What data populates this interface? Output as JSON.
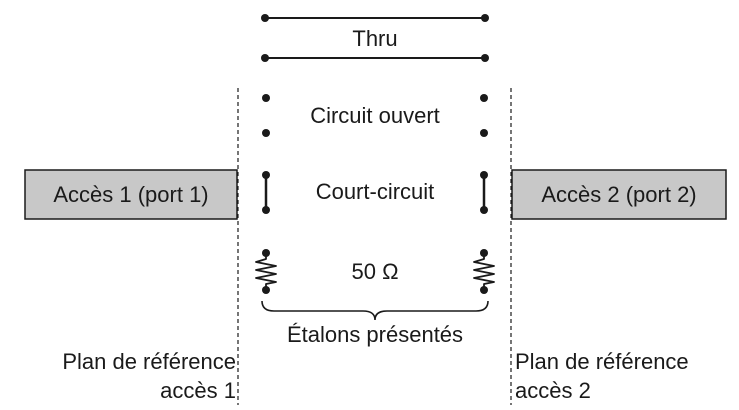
{
  "standards": {
    "thru": "Thru",
    "open": "Circuit ouvert",
    "short": "Court-circuit",
    "load": "50 Ω"
  },
  "ports": {
    "port1": "Accès 1 (port 1)",
    "port2": "Accès 2 (port 2)"
  },
  "brace_caption": "Étalons présentés",
  "reference_planes": {
    "left_line1": "Plan de référence",
    "left_line2": "accès 1",
    "right_line1": "Plan de référence",
    "right_line2": "accès 2"
  },
  "colors": {
    "line": "#1a1a1a",
    "port_fill": "#c8c8c8",
    "background": "#ffffff"
  }
}
